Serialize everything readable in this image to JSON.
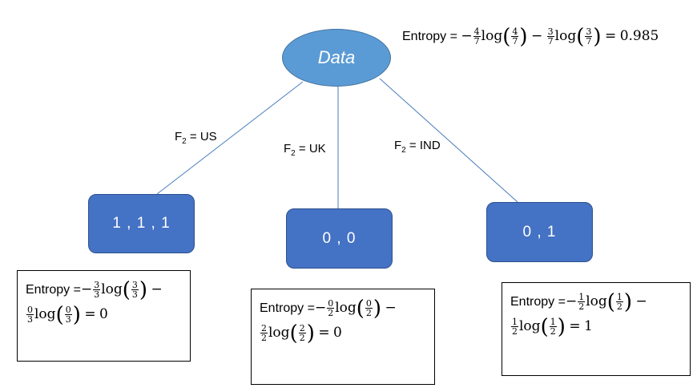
{
  "root": {
    "label": "Data"
  },
  "root_entropy": {
    "prefix": "Entropy =",
    "t1": {
      "num": "4",
      "den": "7",
      "arg_num": "4",
      "arg_den": "7"
    },
    "t2": {
      "num": "3",
      "den": "7",
      "arg_num": "3",
      "arg_den": "7"
    },
    "result": "0.985"
  },
  "edges": [
    {
      "feature": "F",
      "sub": "2",
      "value": "= US"
    },
    {
      "feature": "F",
      "sub": "2",
      "value": "= UK"
    },
    {
      "feature": "F",
      "sub": "2",
      "value": "= IND"
    }
  ],
  "leaves": [
    {
      "values": "1 , 1 , 1",
      "entropy": {
        "prefix": "Entropy =",
        "t1": {
          "num": "3",
          "den": "3",
          "arg_num": "3",
          "arg_den": "3"
        },
        "t2": {
          "num": "0",
          "den": "3",
          "arg_num": "0",
          "arg_den": "3"
        },
        "result": "0"
      }
    },
    {
      "values": "0 , 0",
      "entropy": {
        "prefix": "Entropy =",
        "t1": {
          "num": "0",
          "den": "2",
          "arg_num": "0",
          "arg_den": "2"
        },
        "t2": {
          "num": "2",
          "den": "2",
          "arg_num": "2",
          "arg_den": "2"
        },
        "result": "0"
      }
    },
    {
      "values": "0 , 1",
      "entropy": {
        "prefix": "Entropy =",
        "t1": {
          "num": "1",
          "den": "2",
          "arg_num": "1",
          "arg_den": "2"
        },
        "t2": {
          "num": "1",
          "den": "2",
          "arg_num": "1",
          "arg_den": "2"
        },
        "result": "1"
      }
    }
  ],
  "log_word": "log",
  "minus_sign": "−",
  "equals_sign": "=",
  "paren_open": "(",
  "paren_close": ")"
}
